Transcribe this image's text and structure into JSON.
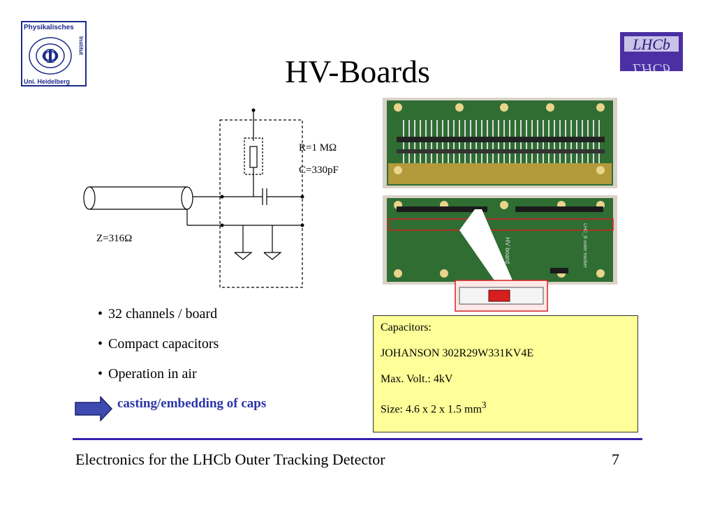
{
  "slide": {
    "title": "HV-Boards",
    "logo_left": {
      "text_top": "Physikalisches",
      "text_side": "Institut",
      "text_bottom": "Uni. Heidelberg",
      "symbol": "Φ"
    },
    "logo_right": {
      "text": "LHCb"
    },
    "circuit": {
      "resistor_label": "R=1 MΩ",
      "capacitor_label": "C=330pF",
      "impedance_label": "Z=316Ω"
    },
    "bullets": [
      {
        "text": "32 channels / board"
      },
      {
        "text": "Compact capacitors"
      },
      {
        "text": "Operation in air"
      }
    ],
    "arrow_text": "casting/embedding of caps",
    "capacitor_info": {
      "line1": "Capacitors:",
      "line2": "JOHANSON 302R29W331KV4E",
      "line3": "Max. Volt.: 4kV",
      "line4_base": "Size: 4.6 x 2 x 1.5 mm",
      "line4_sup": "3"
    },
    "pcb_labels": {
      "board": "HV board",
      "tracker": "LHC_B outer tracker"
    },
    "footer": "Electronics for the LHCb Outer Tracking Detector",
    "page_number": "7",
    "colors": {
      "accent": "#3a1fa8",
      "arrow": "#3d4ab0",
      "callout": "#ffff99",
      "pcb": "#2f6d33",
      "highlight": "#d62020"
    }
  }
}
